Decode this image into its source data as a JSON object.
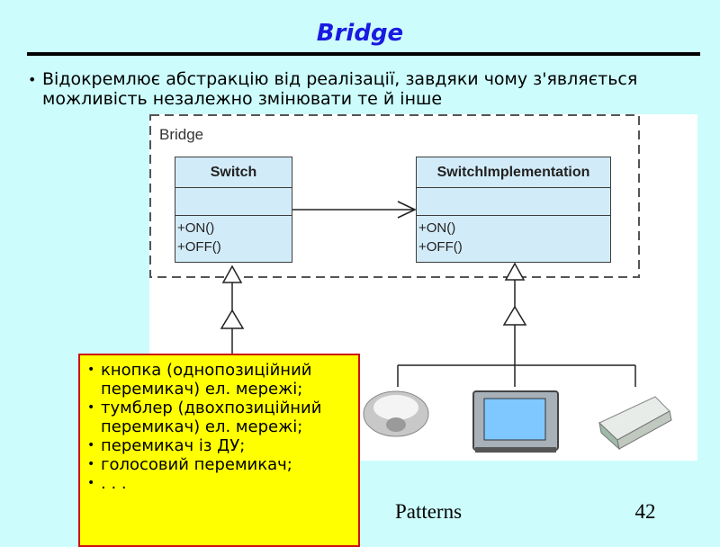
{
  "slide": {
    "title": "Bridge",
    "bullet": "Відокремлює абстракцію від реалізації, завдяки чому з'являється можливість незалежно змінювати те й інше"
  },
  "diagram": {
    "frame_label": "Bridge",
    "abstraction": {
      "name": "Switch",
      "operations": [
        "+ON()",
        "+OFF()"
      ]
    },
    "implementation": {
      "name": "SwitchImplementation",
      "operations": [
        "+ON()",
        "+OFF()"
      ]
    },
    "devices": [
      "lamp-icon",
      "tv-icon",
      "remote-control-icon"
    ]
  },
  "note": {
    "items": [
      "кнопка (однопозиційний перемикач) ел. мережі;",
      "тумблер (двохпозиційний перемикач) ел. мережі;",
      "перемикач із ДУ;",
      "голосовий перемикач;",
      ". . ."
    ]
  },
  "footer": {
    "title": "Patterns",
    "page": "42"
  }
}
